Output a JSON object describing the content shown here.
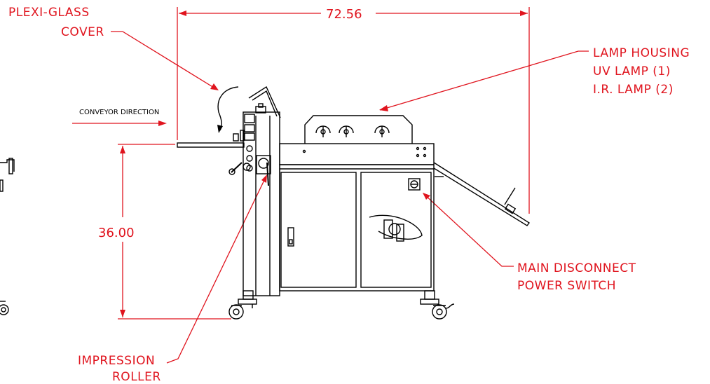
{
  "dimensions": {
    "width_value": "72.56",
    "height_value": "36.00"
  },
  "callouts": {
    "plexi_line1": "PLEXI-GLASS",
    "plexi_line2": "COVER",
    "lamp_line1": "LAMP HOUSING",
    "lamp_line2": "UV LAMP (1)",
    "lamp_line3": "I.R. LAMP (2)",
    "disconnect_line1": "MAIN DISCONNECT",
    "disconnect_line2": "POWER SWITCH",
    "impression_line1": "IMPRESSION",
    "impression_line2": "ROLLER"
  },
  "labels": {
    "conveyor_direction": "CONVEYOR DIRECTION"
  },
  "colors": {
    "annotation": "#e0141e",
    "drawing": "#000000"
  }
}
